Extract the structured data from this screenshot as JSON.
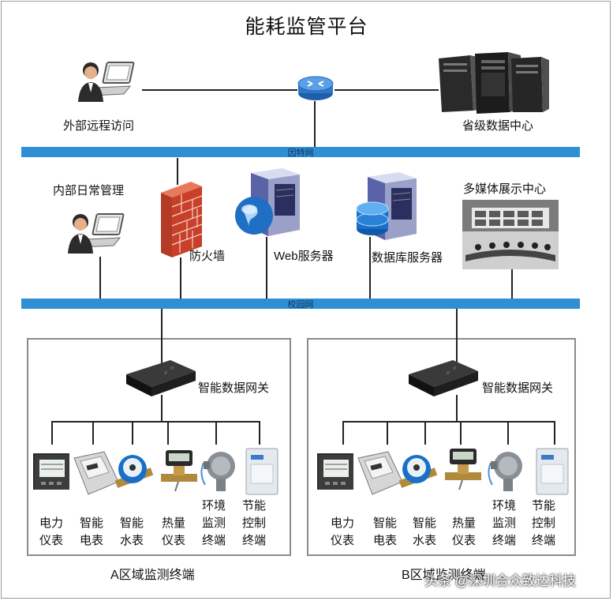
{
  "title": "能耗监管平台",
  "nodes": {
    "remote_access": "外部远程访问",
    "provincial_dc": "省级数据中心",
    "internal_mgmt": "内部日常管理",
    "firewall": "防火墙",
    "web_server": "Web服务器",
    "db_server": "数据库服务器",
    "multimedia": "多媒体展示中心"
  },
  "networks": {
    "internet": "因特网",
    "campus": "校园网"
  },
  "region_a": {
    "title": "A区域监测终端",
    "gateway": "智能数据网关",
    "devices": [
      {
        "label": "电力\n仪表",
        "icon": "power-meter-icon"
      },
      {
        "label": "智能\n电表",
        "icon": "electric-meter-icon"
      },
      {
        "label": "智能\n水表",
        "icon": "water-meter-icon"
      },
      {
        "label": "热量\n仪表",
        "icon": "heat-meter-icon"
      },
      {
        "label": "环境\n监测\n终端",
        "icon": "env-monitor-icon"
      },
      {
        "label": "节能\n控制\n终端",
        "icon": "energy-control-icon"
      }
    ]
  },
  "region_b": {
    "title": "B区域监测终端",
    "gateway": "智能数据网关",
    "devices": [
      {
        "label": "电力\n仪表",
        "icon": "power-meter-icon"
      },
      {
        "label": "智能\n电表",
        "icon": "electric-meter-icon"
      },
      {
        "label": "智能\n水表",
        "icon": "water-meter-icon"
      },
      {
        "label": "热量\n仪表",
        "icon": "heat-meter-icon"
      },
      {
        "label": "环境\n监测\n终端",
        "icon": "env-monitor-icon"
      },
      {
        "label": "节能\n控制\n终端",
        "icon": "energy-control-icon"
      }
    ]
  },
  "watermark": "头条 @深圳合众致达科技",
  "colors": {
    "bus": "#2f8fd4",
    "border": "#8b8b8b"
  }
}
